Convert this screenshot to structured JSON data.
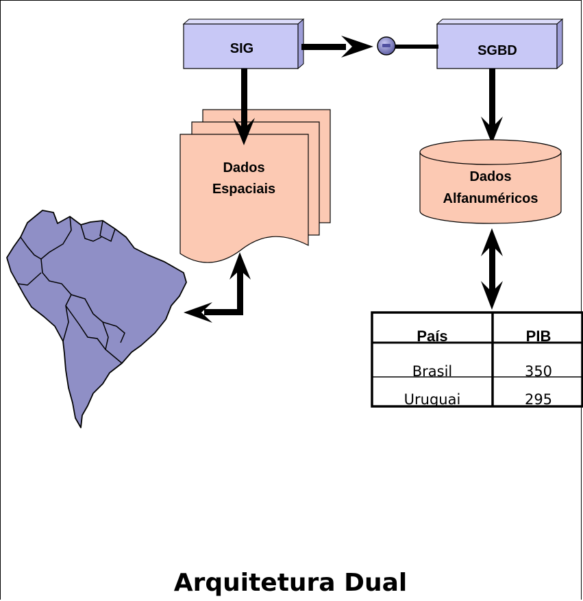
{
  "diagram": {
    "nodes": {
      "sig": "SIG",
      "sgbd": "SGBD",
      "dados_espaciais": [
        "Dados",
        "Espaciais"
      ],
      "dados_alfanumericos": [
        "Dados",
        "Alfanuméricos"
      ]
    },
    "table": {
      "headers": [
        "País",
        "PIB"
      ],
      "rows": [
        [
          "Brasil",
          "350"
        ],
        [
          "Uruguai",
          "295"
        ]
      ]
    },
    "caption": "Arquitetura Dual"
  },
  "colors": {
    "box_fill": "#c8c8f6",
    "doc_fill": "#fcc9b3",
    "map_fill": "#8f8fc6",
    "connector_fill": "#8a8aca",
    "line": "#000000"
  }
}
